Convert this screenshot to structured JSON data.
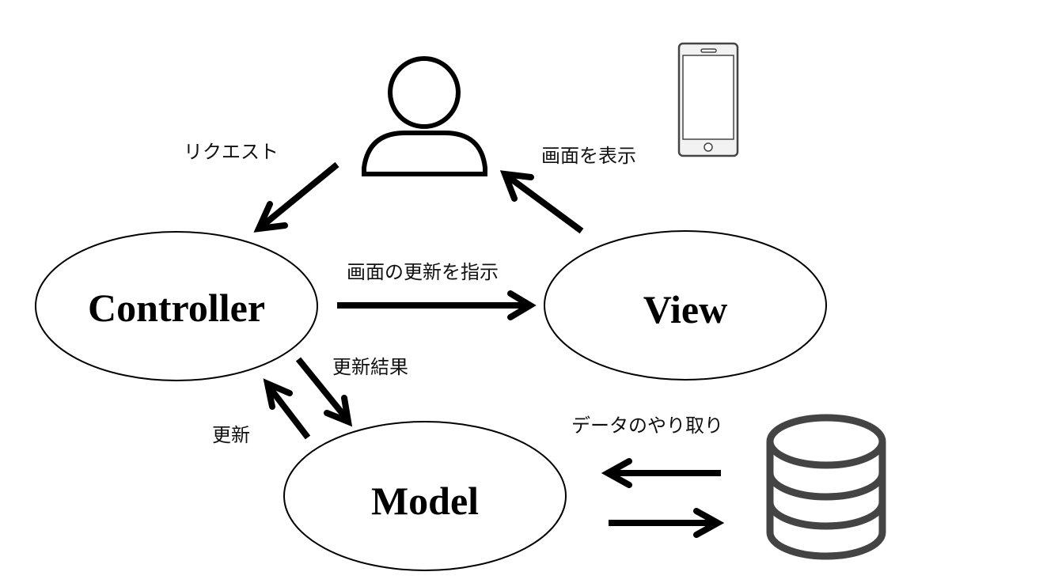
{
  "diagram": {
    "type": "MVC architecture",
    "nodes": {
      "controller": {
        "label": "Controller"
      },
      "view": {
        "label": "View"
      },
      "model": {
        "label": "Model"
      }
    },
    "actors": {
      "user": {
        "icon": "user-icon"
      },
      "smartphone": {
        "icon": "smartphone-icon"
      },
      "database": {
        "icon": "database-icon",
        "color": "#444444"
      }
    },
    "edges": {
      "request": {
        "label": "リクエスト",
        "from": "user",
        "to": "controller"
      },
      "display": {
        "label": "画面を表示",
        "from": "view",
        "to": "user"
      },
      "instruct_update": {
        "label": "画面の更新を指示",
        "from": "controller",
        "to": "view"
      },
      "update_result": {
        "label": "更新結果",
        "from": "controller",
        "to": "model"
      },
      "update": {
        "label": "更新",
        "from": "model",
        "to": "controller"
      },
      "data_exchange": {
        "label": "データのやり取り",
        "from": "model",
        "to": "database",
        "bidirectional": true
      }
    }
  }
}
